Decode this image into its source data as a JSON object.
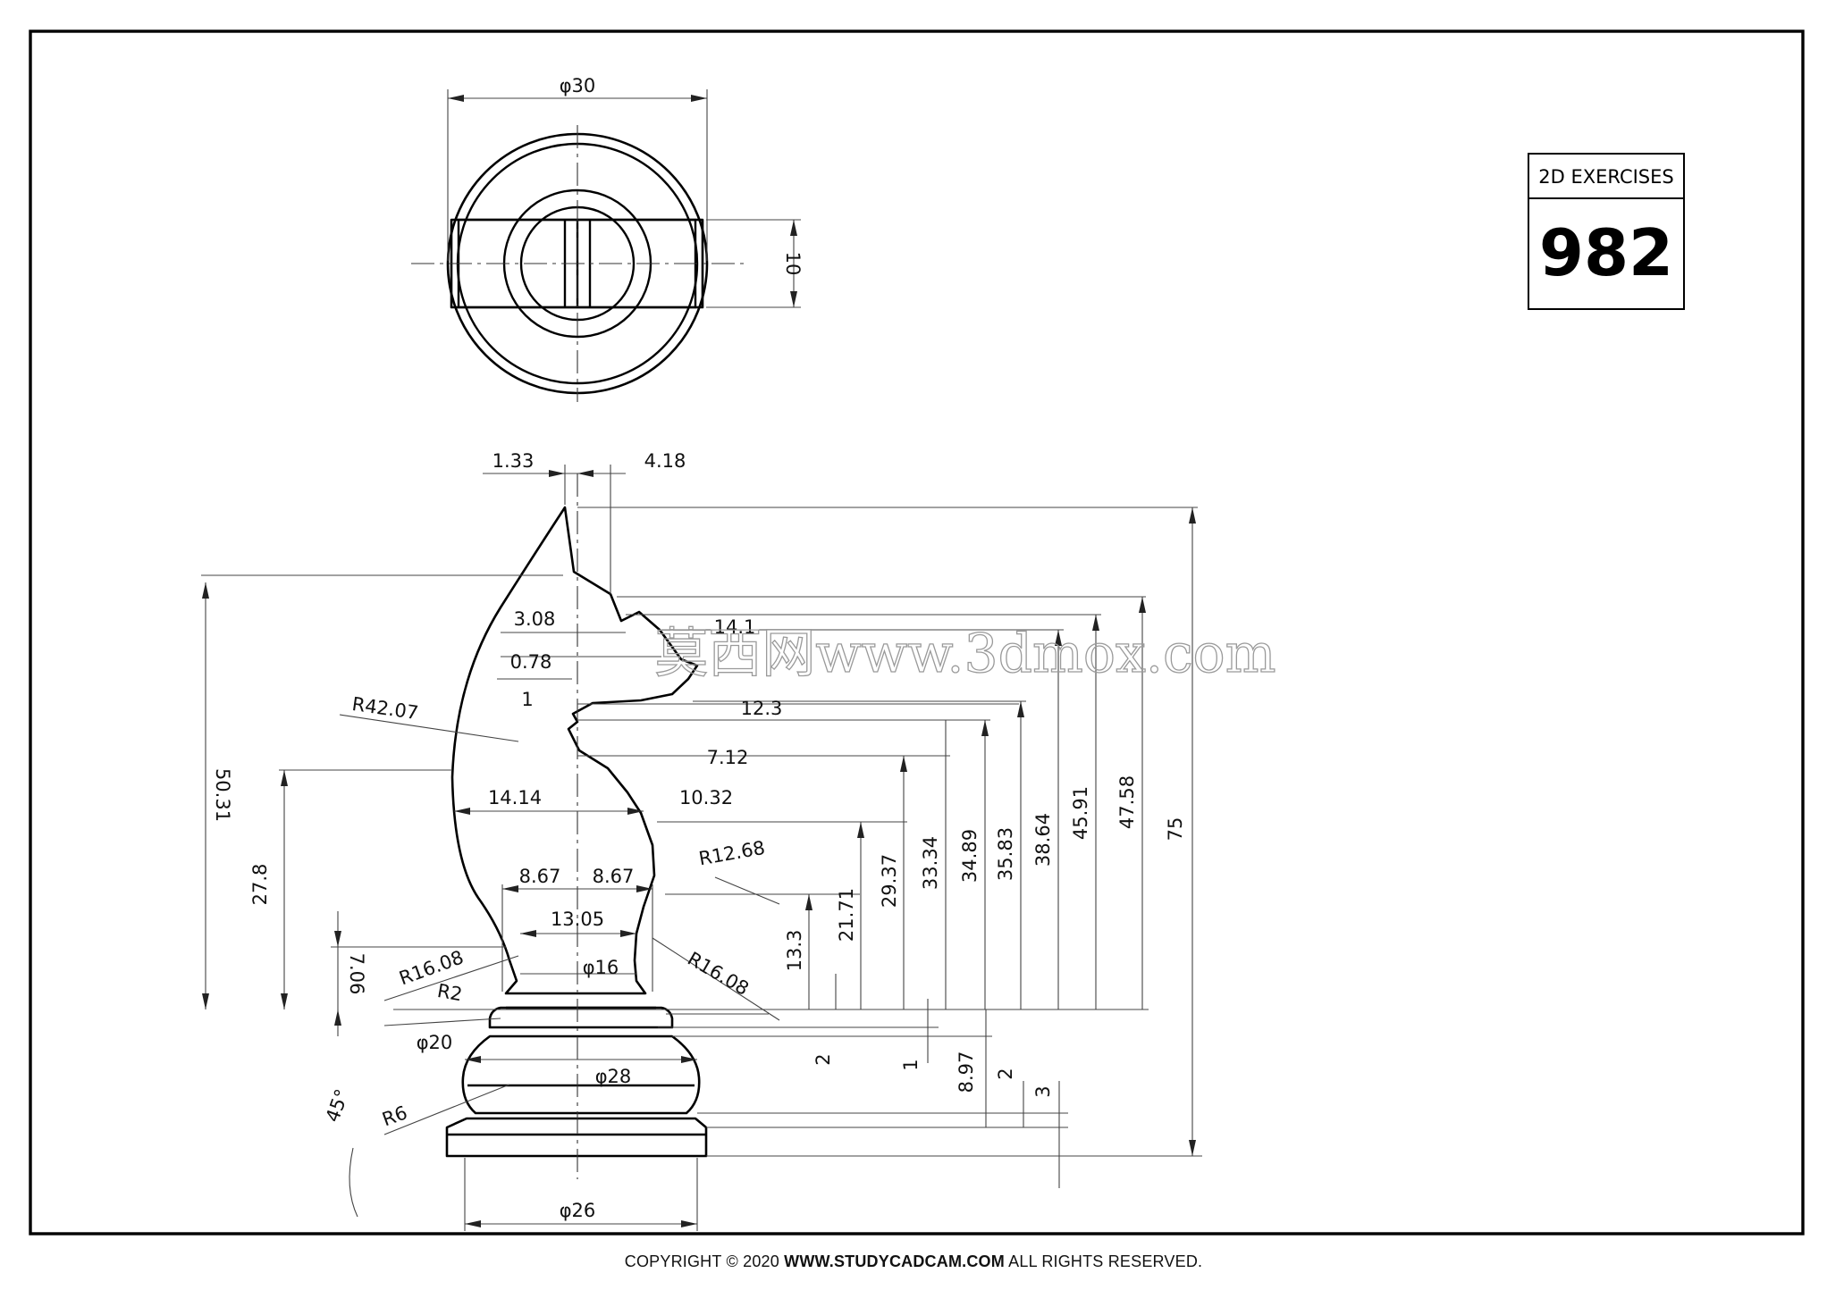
{
  "title_block": {
    "label": "2D EXERCISES",
    "number": "982"
  },
  "watermark": "莫西网www.3dmox.com",
  "copyright": {
    "prefix": "COPYRIGHT © 2020",
    "site": "WWW.STUDYCADCAM.COM",
    "suffix": "ALL RIGHTS RESERVED."
  },
  "top_view_dims": {
    "diameter": "φ30",
    "slot_width": "10"
  },
  "front_view_dims": {
    "d1_33": "1.33",
    "d4_18": "4.18",
    "d3_08": "3.08",
    "d14_1": "14.1",
    "d0_78": "0.78",
    "d1": "1",
    "d12_3": "12.3",
    "d7_12": "7.12",
    "d14_14": "14.14",
    "d10_32": "10.32",
    "r42_07": "R42.07",
    "r12_68": "R12.68",
    "d8_67_left": "8.67",
    "d8_67_right": "8.67",
    "d13_05": "13.05",
    "phi16": "φ16",
    "r16_08_left": "R16.08",
    "r16_08_right": "R16.08",
    "r2": "R2",
    "phi20": "φ20",
    "phi28": "φ28",
    "r6": "R6",
    "a45": "45°",
    "phi26": "φ26",
    "v50_31": "50.31",
    "v27_8": "27.8",
    "v7_06": "7.06",
    "v13_3": "13.3",
    "v21_71": "21.71",
    "v29_37": "29.37",
    "v33_34": "33.34",
    "v34_89": "34.89",
    "v35_83": "35.83",
    "v38_64": "38.64",
    "v45_91": "45.91",
    "v47_58": "47.58",
    "v75": "75",
    "v2a": "2",
    "v1": "1",
    "v8_97": "8.97",
    "v2b": "2",
    "v3": "3"
  }
}
